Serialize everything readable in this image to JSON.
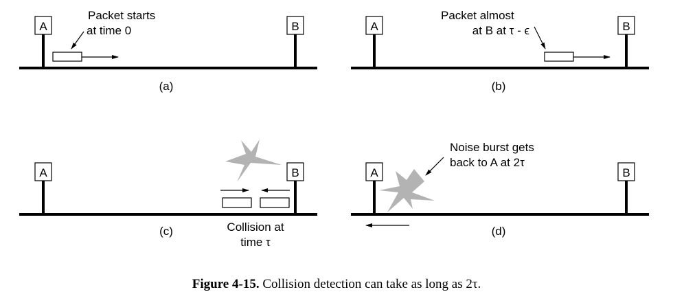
{
  "panels": [
    {
      "id": "a",
      "label": "(a)",
      "node_a": "A",
      "node_b": "B",
      "annotation_lines": [
        "Packet starts",
        "at time 0"
      ]
    },
    {
      "id": "b",
      "label": "(b)",
      "node_a": "A",
      "node_b": "B",
      "annotation_lines": [
        "Packet almost",
        "at B at τ - ϵ"
      ]
    },
    {
      "id": "c",
      "label": "(c)",
      "node_a": "A",
      "node_b": "B",
      "annotation_lines": [
        "Collision at",
        "time τ"
      ]
    },
    {
      "id": "d",
      "label": "(d)",
      "node_a": "A",
      "node_b": "B",
      "annotation_lines": [
        "Noise burst gets",
        "back to A at 2τ"
      ]
    }
  ],
  "caption": {
    "figure_number": "Figure 4-15.",
    "text": "Collision detection can take as long as 2τ."
  },
  "colors": {
    "line": "#000000",
    "burst": "#b3b3b3",
    "background": "#ffffff"
  }
}
